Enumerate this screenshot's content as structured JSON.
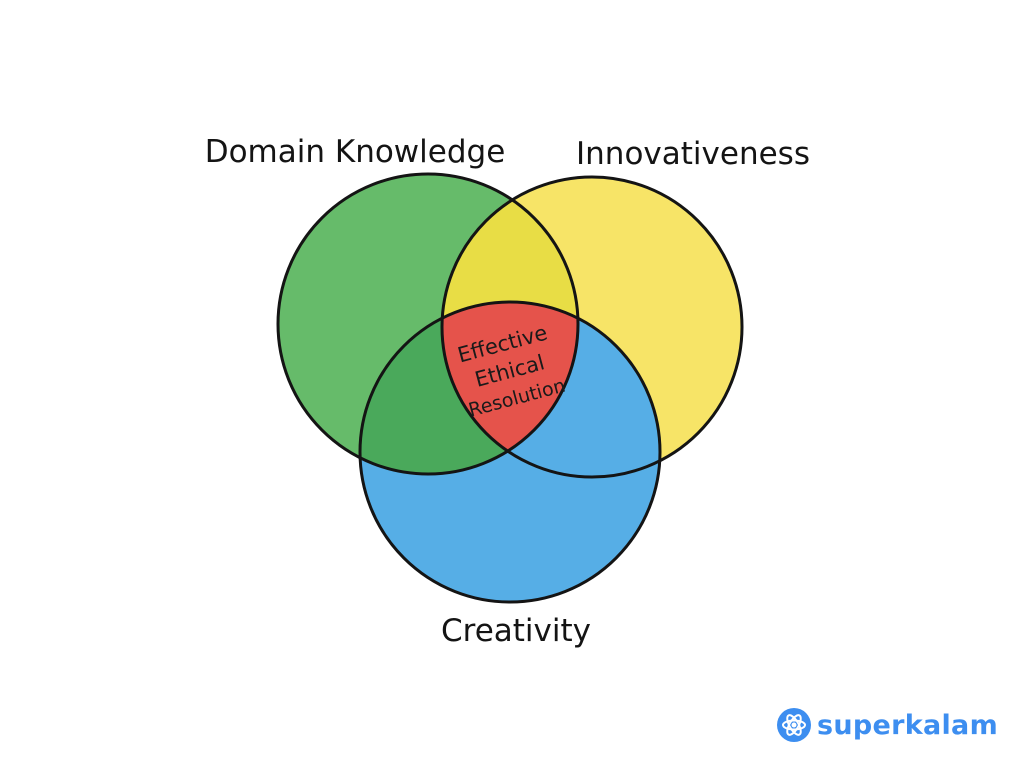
{
  "diagram": {
    "type": "venn",
    "sets": [
      {
        "id": "domain",
        "label": "Domain Knowledge",
        "color": "#66bb6a"
      },
      {
        "id": "innovation",
        "label": "Innovativeness",
        "color": "#f7e467"
      },
      {
        "id": "creativity",
        "label": "Creativity",
        "color": "#56aee6"
      }
    ],
    "overlaps": {
      "domain_innovation": "#e8dd45",
      "domain_creativity": "#4aa95b",
      "all": "#e5534b"
    },
    "center_label": [
      "Effective",
      "Ethical",
      "Resolution"
    ]
  },
  "brand": {
    "name": "superkalam",
    "icon": "atom-flower-icon",
    "color": "#3d8ef0"
  }
}
